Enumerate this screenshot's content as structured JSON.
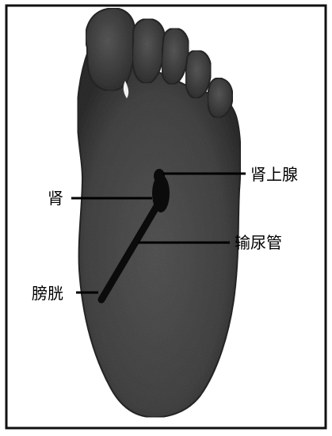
{
  "labels": {
    "shen_shang_xian": "肾上腺",
    "shen": "肾",
    "shu_niao_guan": "输尿管",
    "pang_guang": "膀胱"
  },
  "colors": {
    "foot_fill": "#4f4f4f",
    "foot_edge": "#2b2b2b",
    "line": "#0b0b0b",
    "text": "#000000",
    "border": "#111111",
    "background": "#ffffff"
  }
}
